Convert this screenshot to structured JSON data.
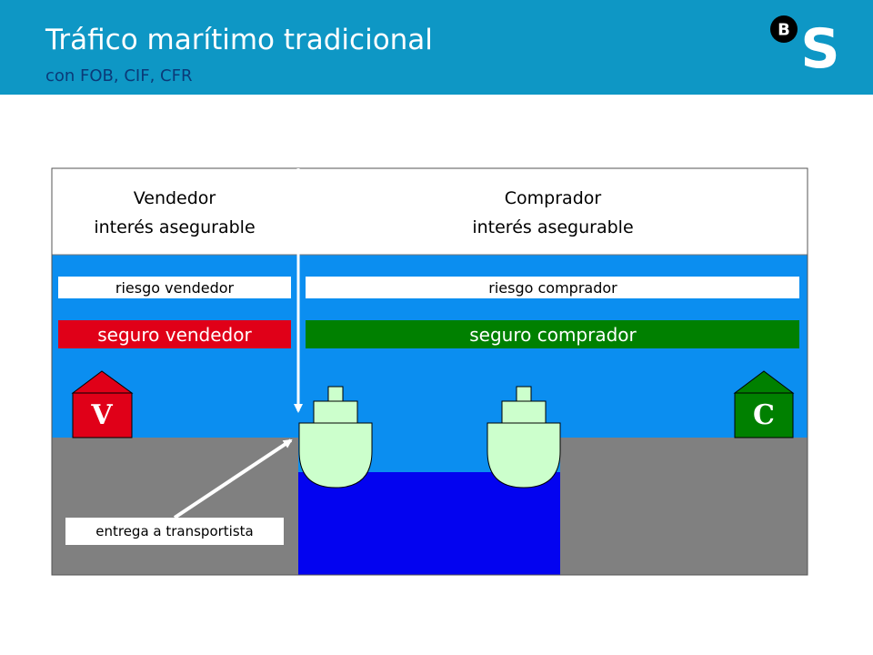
{
  "header": {
    "title": "Tráfico marítimo tradicional",
    "subtitle": "con FOB, CIF, CFR",
    "logo_letter_small": "B",
    "logo_letter_large": "S"
  },
  "diagram": {
    "seller_header": [
      "Vendedor",
      "interés asegurable"
    ],
    "buyer_header": [
      "Comprador",
      "interés asegurable"
    ],
    "risk_seller": "riesgo vendedor",
    "risk_buyer": "riesgo comprador",
    "insurance_seller": "seguro vendedor",
    "insurance_buyer": "seguro comprador",
    "house_seller": "V",
    "house_buyer": "C",
    "delivery_label": "entrega a transportista"
  },
  "colors": {
    "header_bg": "#0e97c5",
    "subtitle_text": "#0b3a78",
    "sky": "#0b8ef0",
    "water": "#0303f0",
    "land": "#808080",
    "seller_insurance": "#e00018",
    "buyer_insurance": "#008000",
    "ship_fill": "#ccffcc"
  }
}
